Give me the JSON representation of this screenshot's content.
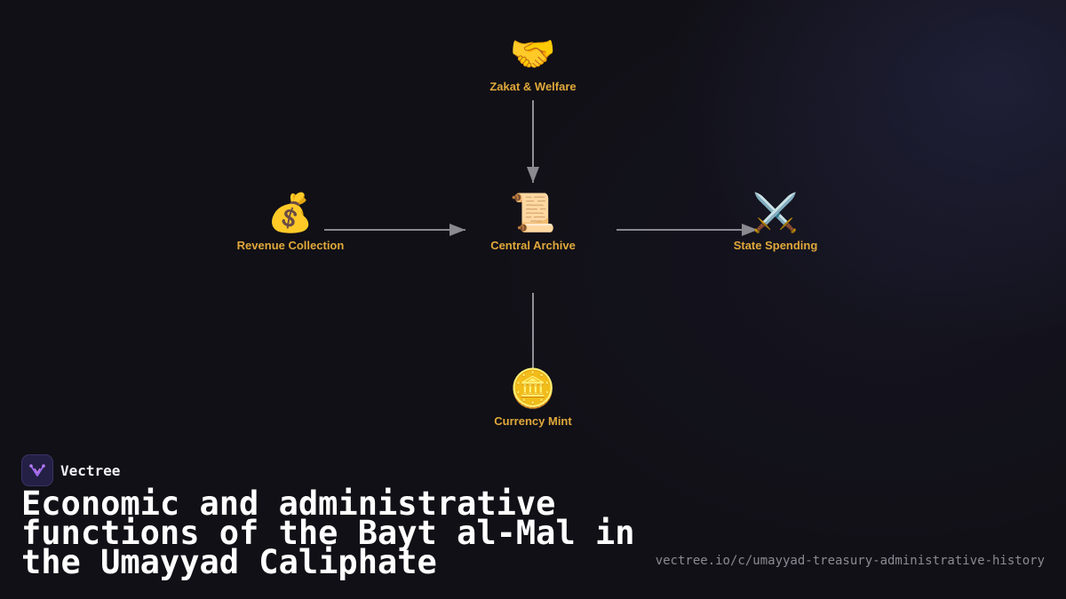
{
  "diagram": {
    "nodes": {
      "zakat": {
        "icon": "🤝",
        "icon_name": "handshake-icon",
        "label": "Zakat & Welfare"
      },
      "revenue": {
        "icon": "💰",
        "icon_name": "money-bag-icon",
        "label": "Revenue Collection"
      },
      "archive": {
        "icon": "📜",
        "icon_name": "scroll-icon",
        "label": "Central Archive"
      },
      "spending": {
        "icon": "⚔️",
        "icon_name": "crossed-swords-icon",
        "label": "State Spending"
      },
      "mint": {
        "icon": "🪙",
        "icon_name": "coin-icon",
        "label": "Currency Mint"
      }
    },
    "edges": [
      {
        "from": "zakat",
        "to": "archive",
        "arrow": true
      },
      {
        "from": "revenue",
        "to": "archive",
        "arrow": true
      },
      {
        "from": "archive",
        "to": "spending",
        "arrow": true
      },
      {
        "from": "archive",
        "to": "mint",
        "arrow": false
      }
    ],
    "colors": {
      "label": "#e0a83a",
      "edge": "#9a9aa0",
      "background": "#111016"
    }
  },
  "brand": {
    "name": "Vectree"
  },
  "title": "Economic and administrative functions of the Bayt al-Mal in the Umayyad Caliphate",
  "url": "vectree.io/c/umayyad-treasury-administrative-history"
}
